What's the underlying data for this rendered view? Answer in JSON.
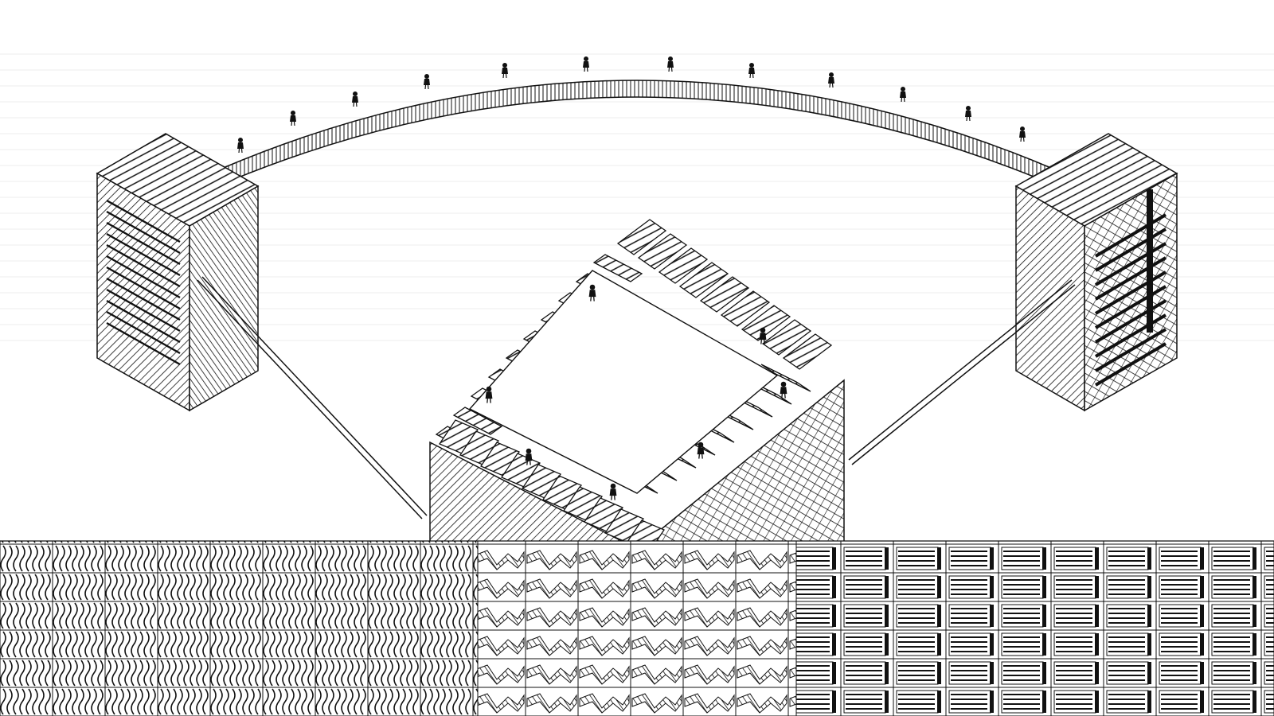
{
  "scene": {
    "name": "",
    "ink_color": "#111111",
    "paper_color": "#ffffff",
    "grid_line_color": "#e8e8e8"
  },
  "elements": {
    "left_tower": "tower-left",
    "right_tower": "tower-right",
    "arc_bridge": "arc-bridge",
    "penrose_stairs": "penrose-staircase",
    "left_rope": "zipline-left",
    "right_rope": "zipline-right",
    "figures": "person-icon",
    "tile_floor": "tile-floor"
  },
  "tile_floor": {
    "sections": [
      "wave-tiles",
      "zigzag-tiles",
      "striped-slab-tiles"
    ]
  }
}
